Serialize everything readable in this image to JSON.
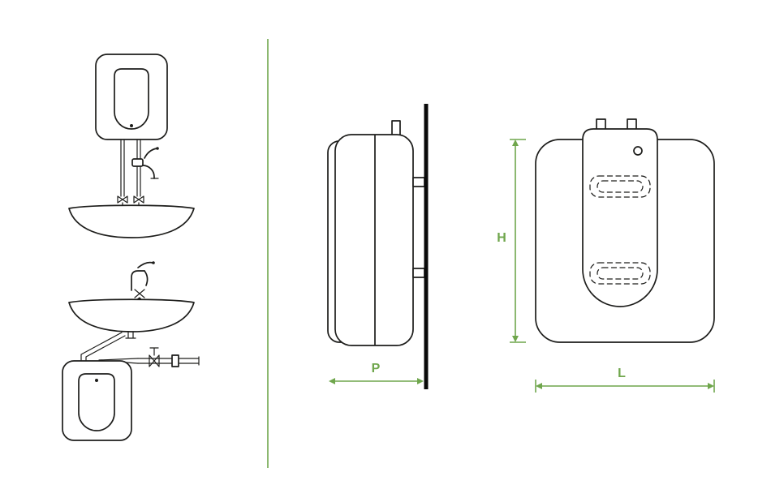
{
  "diagram": {
    "dimensions": {
      "depth_label": "P",
      "height_label": "H",
      "length_label": "L"
    },
    "colors": {
      "line": "#1d1d1b",
      "accent": "#6fa64c",
      "wall": "#0a0a0a",
      "background": "#ffffff"
    }
  }
}
